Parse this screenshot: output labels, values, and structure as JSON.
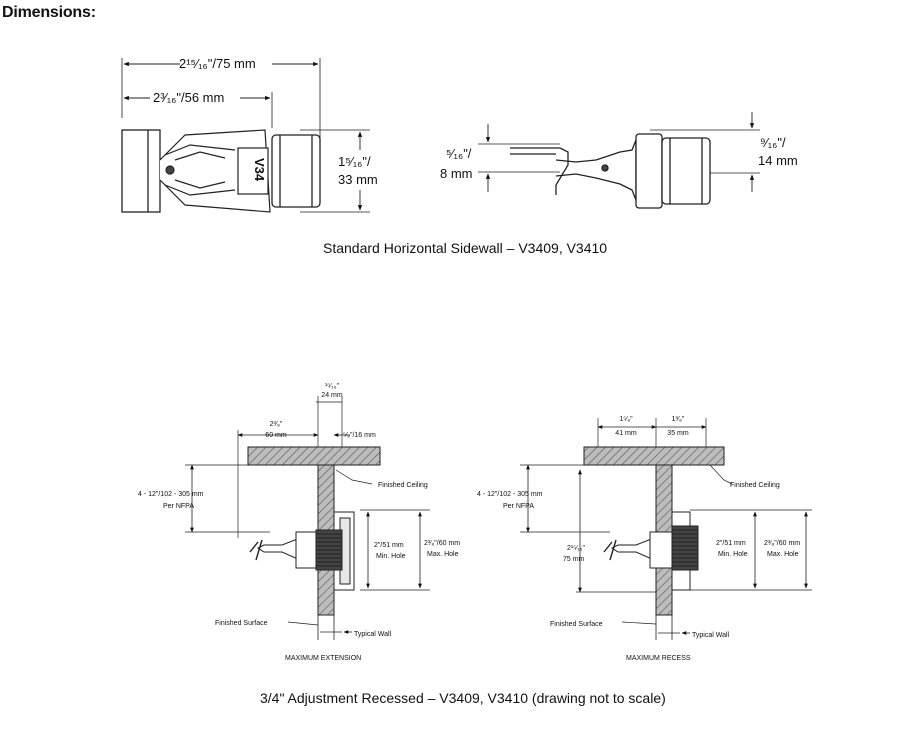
{
  "heading": "Dimensions:",
  "captions": {
    "top": "Standard Horizontal Sidewall – V3409, V3410",
    "bottom": "3/4\" Adjustment Recessed – V3409, V3410 (drawing not to scale)"
  },
  "top_left": {
    "dim_overall": "2¹⁵⁄₁₆\"/75 mm",
    "dim_partial": "2³⁄₁₆\"/56 mm",
    "dim_height_a": "1⁵⁄₁₆\"/",
    "dim_height_b": "33 mm",
    "frame_mark": "V34"
  },
  "top_right": {
    "deflector_a": "⁵⁄₁₆\"/",
    "deflector_b": "8 mm",
    "offset_a": "⁹⁄₁₆\"/",
    "offset_b": "14 mm"
  },
  "bottom_left": {
    "dim_top_a": "¹⁵⁄₁₆\"",
    "dim_top_b": "24 mm",
    "dim_left_a": "2³⁄₈\"",
    "dim_left_b": "60 mm",
    "dim_right": "⁵⁄₈\"/16 mm",
    "ceiling": "Finished Ceiling",
    "range_a": "4 - 12\"/102 - 305 mm",
    "range_b": "Per NFPA",
    "min_hole_a": "2\"/51 mm",
    "min_hole_b": "Min. Hole",
    "max_hole_a": "2³⁄₈\"/60 mm",
    "max_hole_b": "Max. Hole",
    "surface": "Finished Surface",
    "wall": "Typical Wall",
    "title": "MAXIMUM EXTENSION"
  },
  "bottom_right": {
    "dim_a1": "1⁵⁄₈\"",
    "dim_a2": "41 mm",
    "dim_b1": "1³⁄₈\"",
    "dim_b2": "35 mm",
    "ceiling": "Finished Ceiling",
    "range_a": "4 - 12\"/102 - 305 mm",
    "range_b": "Per NFPA",
    "dim_side_a": "2¹⁵⁄₁₆\"",
    "dim_side_b": "75 mm",
    "min_hole_a": "2\"/51 mm",
    "min_hole_b": "Min. Hole",
    "max_hole_a": "2³⁄₈\"/60 mm",
    "max_hole_b": "Max. Hole",
    "surface": "Finished Surface",
    "wall": "Typical Wall",
    "title": "MAXIMUM RECESS"
  }
}
